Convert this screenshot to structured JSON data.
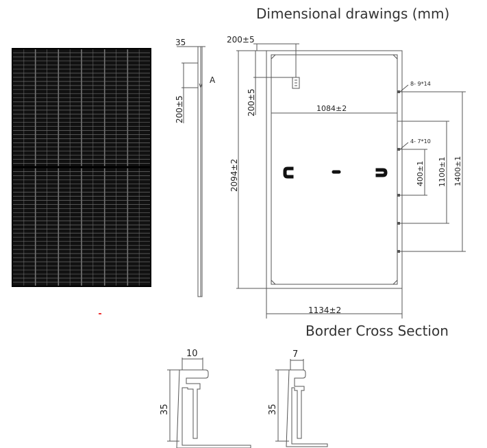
{
  "titles": {
    "drawings": "Dimensional drawings (mm)",
    "cross_section": "Border Cross Section"
  },
  "side_view": {
    "thickness": "35",
    "offset": "200±5",
    "marker": "A"
  },
  "back_view": {
    "top_offset": "200±5",
    "left_offset": "200±5",
    "height": "2094±2",
    "inner_width": "1084±2",
    "outer_width": "1134±2",
    "hole_top": "8- 9*14",
    "hole_mid": "4- 7*10",
    "spacing_400": "400±1",
    "spacing_1100": "1100±1",
    "spacing_1400": "1400±1"
  },
  "cross_section_1": {
    "width": "10",
    "height": "35"
  },
  "cross_section_2": {
    "width": "7",
    "height": "35"
  },
  "colors": {
    "line": "#555555",
    "panel": "#111111",
    "cell_grid": "#6b6b6b"
  }
}
